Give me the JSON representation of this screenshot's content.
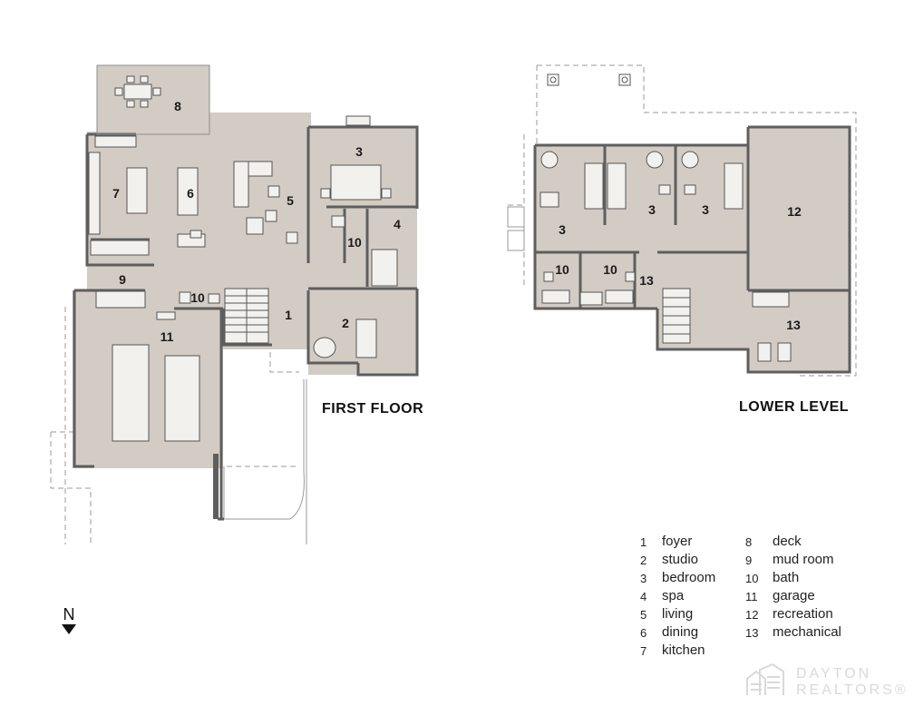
{
  "headings": {
    "first_floor": "FIRST FLOOR",
    "lower_level": "LOWER LEVEL"
  },
  "north_label": "N",
  "first_floor_rooms": {
    "deck": "8",
    "kitchen": "7",
    "dining": "6",
    "living": "5",
    "bedroom": "3",
    "bath_suite": "10",
    "spa": "4",
    "mud_room": "9",
    "powder_bath": "10",
    "foyer": "1",
    "studio": "2",
    "garage": "11"
  },
  "lower_level_rooms": {
    "bedroom_west": "3",
    "bedroom_middle": "3",
    "bedroom_east": "3",
    "recreation": "12",
    "bath_west": "10",
    "bath_east": "10",
    "mechanical_small": "13",
    "mechanical_large": "13"
  },
  "legend": [
    {
      "num": "1",
      "label": "foyer"
    },
    {
      "num": "8",
      "label": "deck"
    },
    {
      "num": "2",
      "label": "studio"
    },
    {
      "num": "9",
      "label": "mud room"
    },
    {
      "num": "3",
      "label": "bedroom"
    },
    {
      "num": "10",
      "label": "bath"
    },
    {
      "num": "4",
      "label": "spa"
    },
    {
      "num": "11",
      "label": "garage"
    },
    {
      "num": "5",
      "label": "living"
    },
    {
      "num": "12",
      "label": "recreation"
    },
    {
      "num": "6",
      "label": "dining"
    },
    {
      "num": "13",
      "label": "mechanical"
    },
    {
      "num": "7",
      "label": "kitchen"
    },
    {
      "num": "",
      "label": ""
    }
  ],
  "watermark": {
    "line1": "DAYTON",
    "line2": "REALTORS®"
  },
  "colors": {
    "floor_fill": "#d3ccc4",
    "wall": "#5e5e5e",
    "dashed": "#9a9a9a",
    "furniture": "#f3f1ee"
  }
}
